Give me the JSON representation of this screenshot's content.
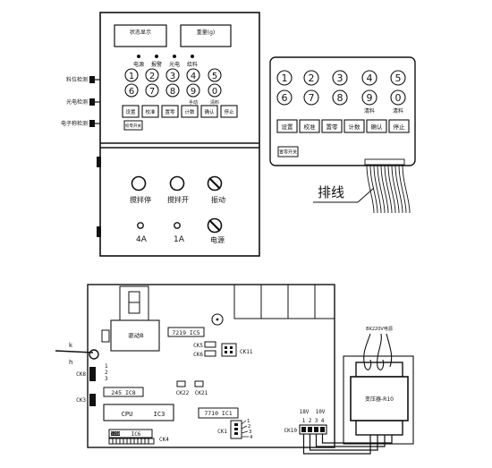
{
  "cabinet": {
    "display_left": "状态显示",
    "display_right": "重量(g)",
    "indicators": [
      "电源",
      "报警",
      "光电",
      "给料"
    ],
    "keys_row1": [
      "1",
      "2",
      "3",
      "4",
      "5"
    ],
    "keys_row2": [
      "6",
      "7",
      "8",
      "9",
      "0"
    ],
    "key_small_labels": [
      "手动",
      "清料"
    ],
    "func_keys": [
      "设置",
      "校准",
      "置零",
      "计数",
      "确认",
      "停止"
    ],
    "small_button": "校零开关",
    "side_labels": [
      "料位检测",
      "光电检测",
      "电子称检测"
    ],
    "lower": {
      "stop_label": "搅拌停",
      "start_label": "搅拌开",
      "vib_label": "振动",
      "fuse_a": "4A",
      "fuse_b": "1A",
      "power_label": "电源"
    }
  },
  "keypad": {
    "row1": [
      "1",
      "2",
      "3",
      "4",
      "5"
    ],
    "row2": [
      "6",
      "7",
      "8",
      "9",
      "0"
    ],
    "small_labels": [
      "清料",
      "清料"
    ],
    "func_keys": [
      "设置",
      "校准",
      "置零",
      "计数",
      "确认",
      "停止"
    ],
    "small_button": "置零开关",
    "ribbon_label": "排线"
  },
  "board": {
    "relay": "驱动B",
    "ic5": "7219 IC5",
    "ck5": "CK5",
    "ck6": "CK6",
    "ck11": "CK11",
    "ck8": "CK8",
    "ck8_pins": [
      "1",
      "2",
      "3"
    ],
    "ck3": "CK3",
    "ic8": "245 IC8",
    "ck22": "CK22",
    "ck21": "CK21",
    "cpu": "CPU",
    "ic3": "IC3",
    "ic1": "7710 IC1",
    "ck1": "CK1",
    "ck1_pins": [
      "1",
      "2",
      "3",
      "4"
    ],
    "ic6": "IC6",
    "ic6_chip": "5158",
    "ck4": "CK4",
    "ck10": "CK10",
    "volt_18": "18V",
    "volt_10": "10V",
    "ck10_pins": [
      "1",
      "2",
      "3",
      "4"
    ],
    "k_label": "k",
    "h_label": "h"
  },
  "transformer": {
    "top_label": "BK220V电源",
    "body_label": "变压器-R10"
  }
}
